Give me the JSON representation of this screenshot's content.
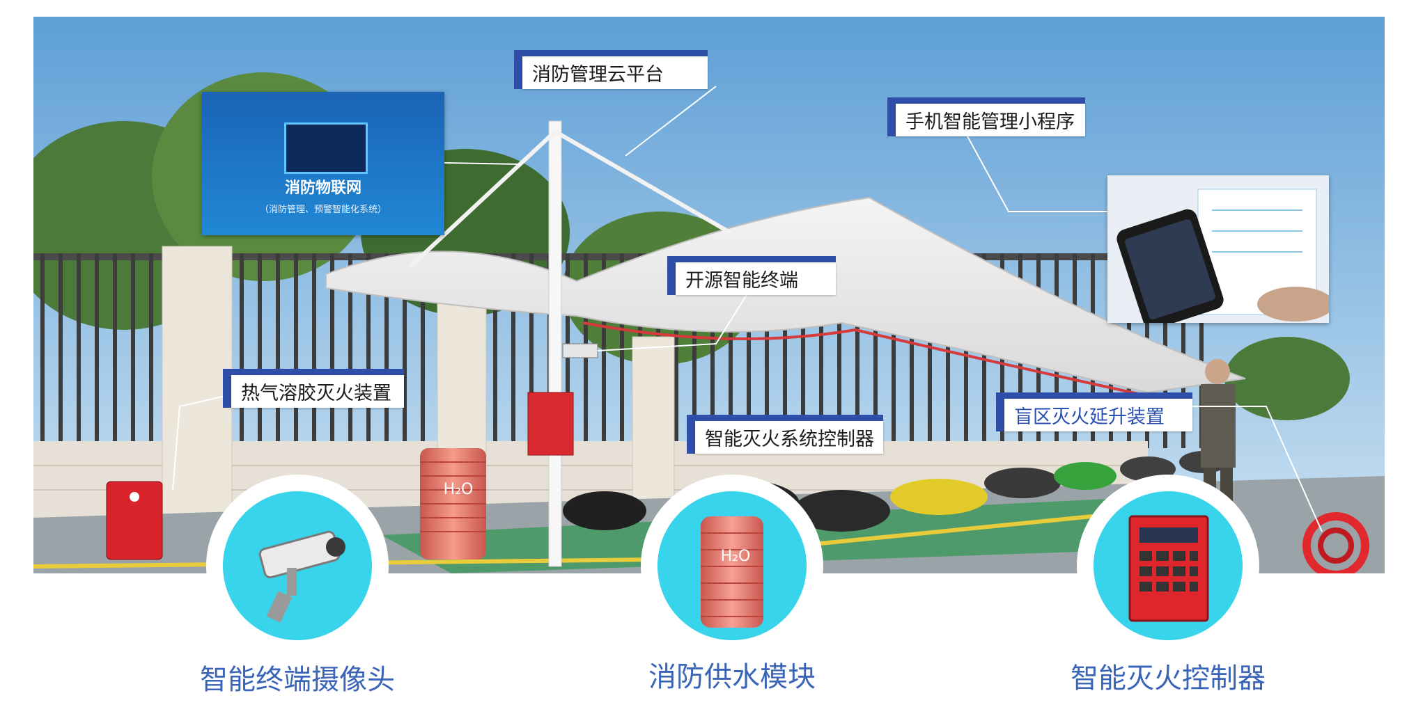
{
  "callouts": {
    "cloud_platform": "消防管理云平台",
    "mobile_app": "手机智能管理小程序",
    "open_terminal": "开源智能终端",
    "aerosol": "热气溶胶灭火装置",
    "system_controller": "智能灭火系统控制器",
    "blind_zone": "盲区灭火延升装置"
  },
  "iot_panel": {
    "title": "消防物联网",
    "subtitle": "（消防管理、预警智能化系统）"
  },
  "bottom": {
    "camera": "智能终端摄像头",
    "water_module": "消防供水模块",
    "controller": "智能灭火控制器"
  },
  "cylinder_label": "H₂O",
  "colors": {
    "callout_bar": "#2f4ea8",
    "bottom_text": "#3a64b8",
    "circle_fill": "#37d4ec",
    "device_red": "#e0262d"
  }
}
